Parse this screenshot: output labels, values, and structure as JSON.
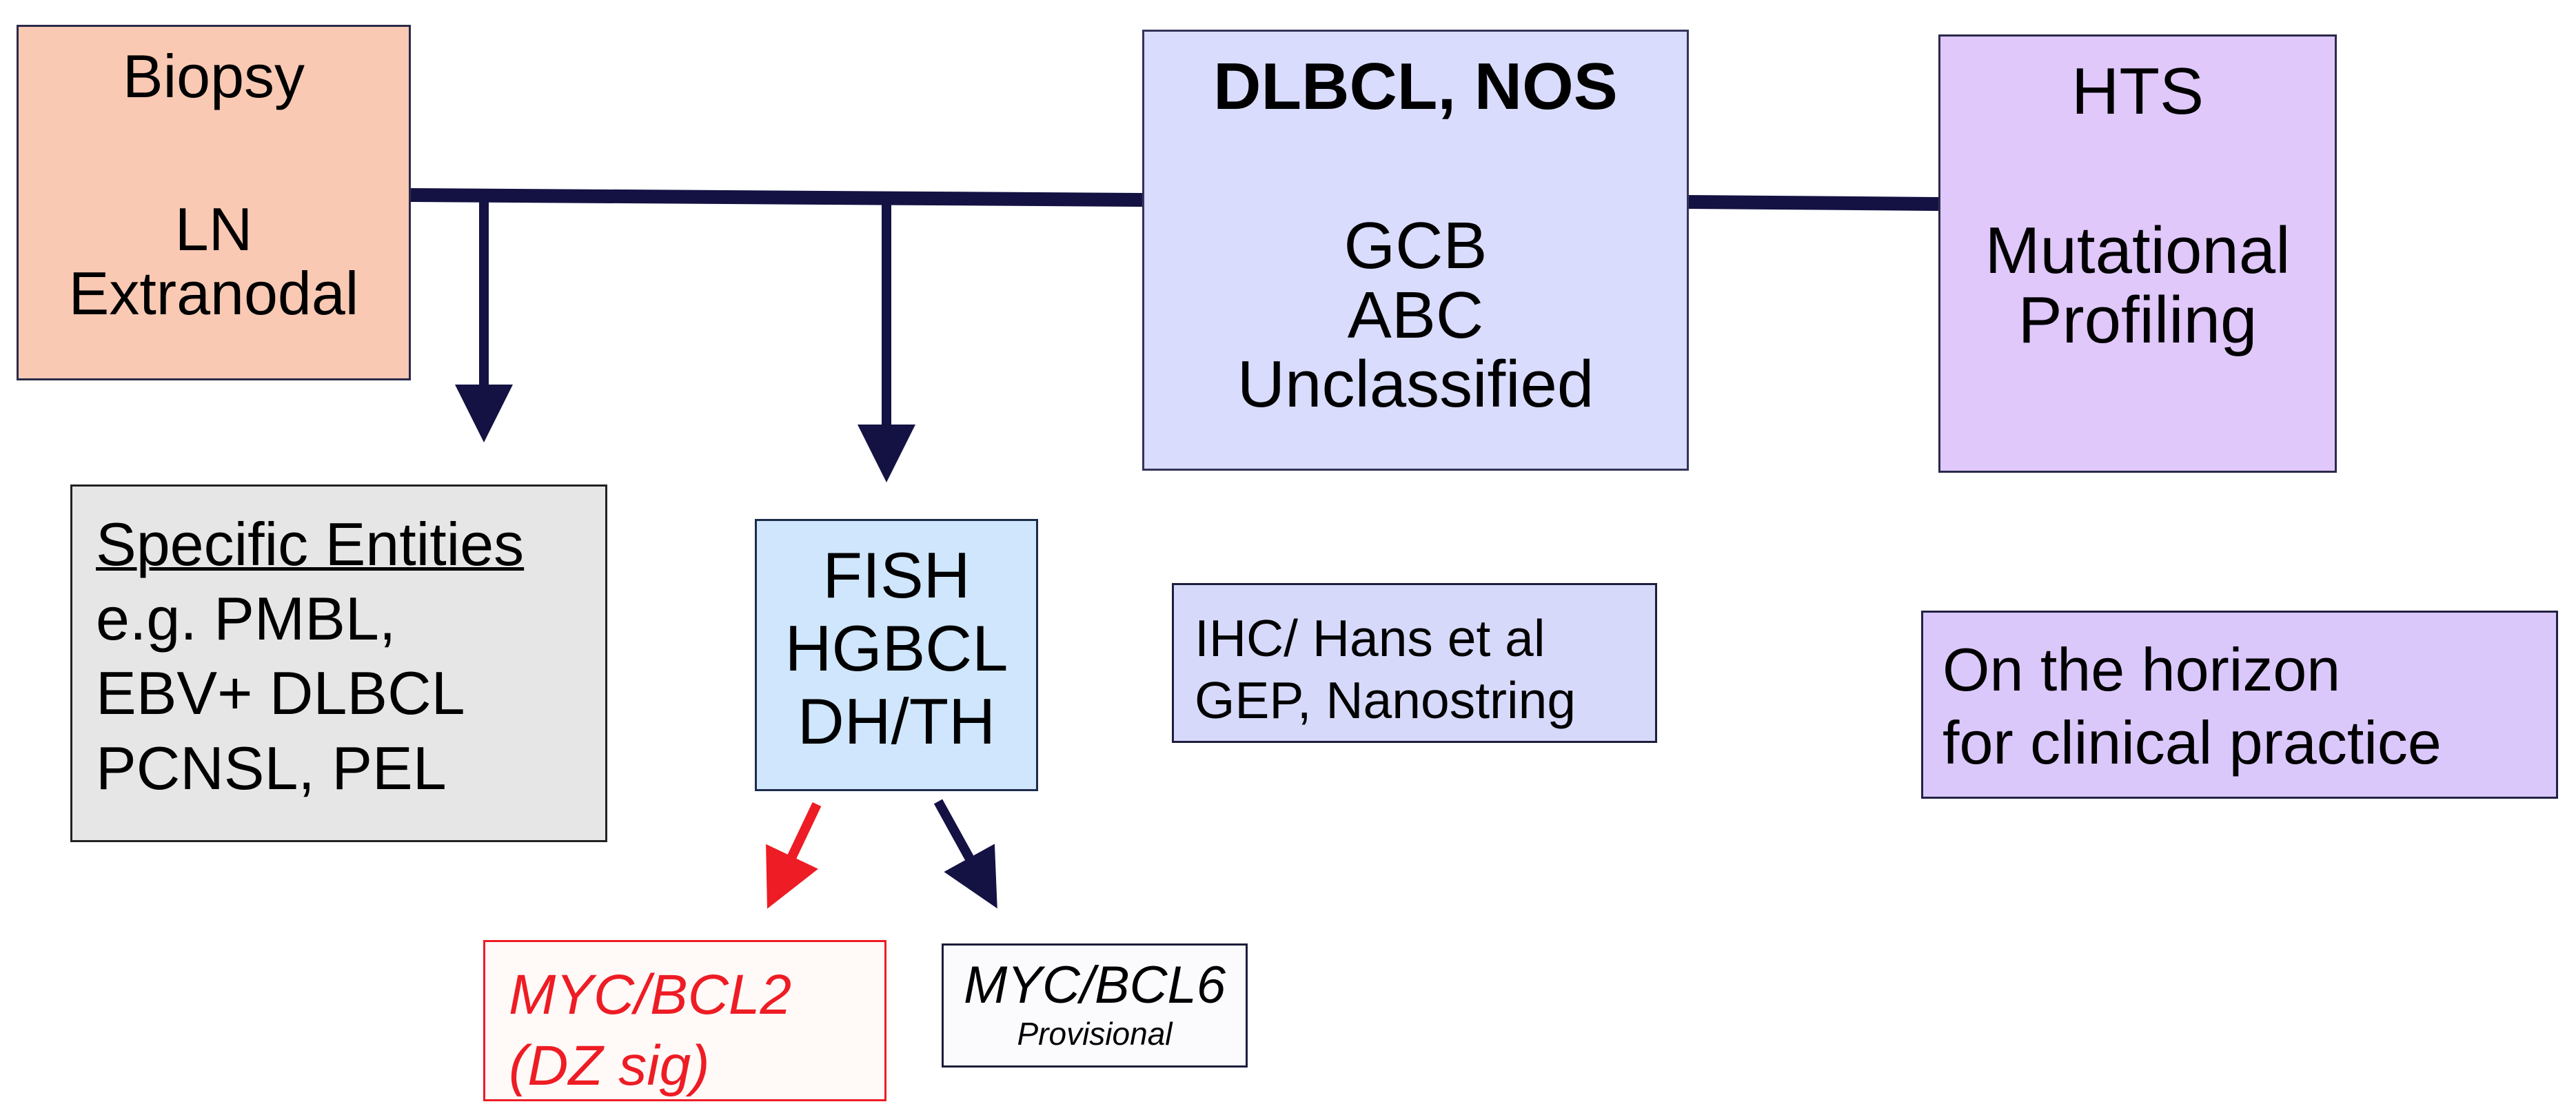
{
  "colors": {
    "connector": "#141243",
    "highlight_arrow": "#ee1c24",
    "biopsy_fill": "#f9c9b3",
    "dlbcl_fill": "#d9dcfc",
    "hts_fill": "#e0c8fb",
    "specific_fill": "#e6e6e6",
    "fish_fill": "#cfe6fd",
    "ihc_fill": "#d7d9fb",
    "horizon_fill": "#dbc8fb",
    "myc_bcl2_text": "#ee1c24"
  },
  "boxes": {
    "biopsy": {
      "title": "Biopsy",
      "line2": "LN",
      "line3": "Extranodal"
    },
    "dlbcl": {
      "title": "DLBCL, NOS",
      "line2": "GCB",
      "line3": "ABC",
      "line4": "Unclassified"
    },
    "hts": {
      "title": "HTS",
      "line2": "Mutational",
      "line3": "Profiling"
    },
    "specific": {
      "title": "Specific Entities",
      "line2": "e.g. PMBL,",
      "line3": "EBV+ DLBCL",
      "line4": "PCNSL, PEL"
    },
    "fish": {
      "line1": "FISH",
      "line2": "HGBCL",
      "line3": "DH/TH"
    },
    "ihc": {
      "line1": "IHC/ Hans et al",
      "line2": "GEP, Nanostring"
    },
    "horizon": {
      "line1": "On the horizon",
      "line2": "for clinical practice"
    },
    "myc_bcl2": {
      "line1": "MYC/BCL2",
      "line2": "(DZ sig)"
    },
    "myc_bcl6": {
      "line1": "MYC/BCL6",
      "line2": "Provisional"
    }
  }
}
